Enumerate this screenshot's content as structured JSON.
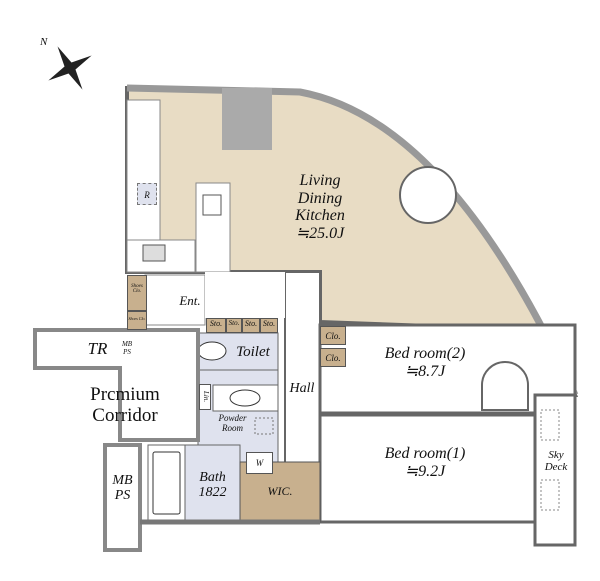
{
  "rooms": {
    "ldk": {
      "name_1": "Living",
      "name_2": "Dining",
      "name_3": "Kitchen",
      "size": "≒25.0J"
    },
    "bed2": {
      "name": "Bed room(2)",
      "size": "≒8.7J"
    },
    "bed1": {
      "name": "Bed room(1)",
      "size": "≒9.2J"
    },
    "entrance": "Ent.",
    "hall": "Hall",
    "toilet": "Toilet",
    "powder_1": "Powder",
    "powder_2": "Room",
    "bath_1": "Bath",
    "bath_2": "1822",
    "wic": "WIC.",
    "sky_deck_1": "Sky",
    "sky_deck_2": "Deck",
    "corridor_1": "Prcmium",
    "corridor_2": "Corridor",
    "tr": "TR",
    "mbps_small_1": "MB",
    "mbps_small_2": "PS",
    "mbps_1": "MB",
    "mbps_2": "PS"
  },
  "fixtures": {
    "refrigerator": "R",
    "shoes_1": "Shoes Clo.",
    "shoes_2": "Shoes Clo.",
    "storage": [
      "Sto.",
      "Sto.",
      "Sto.",
      "Sto."
    ],
    "closet_1": "Clo.",
    "closet_2": "Clo.",
    "linen": "Lin.",
    "washer": "W"
  },
  "compass": {
    "north": "N"
  },
  "colors": {
    "ldk": "#e8dcc4",
    "storage": "#c8b08e",
    "wet": "#dfe2ee",
    "wall": "#777777"
  }
}
